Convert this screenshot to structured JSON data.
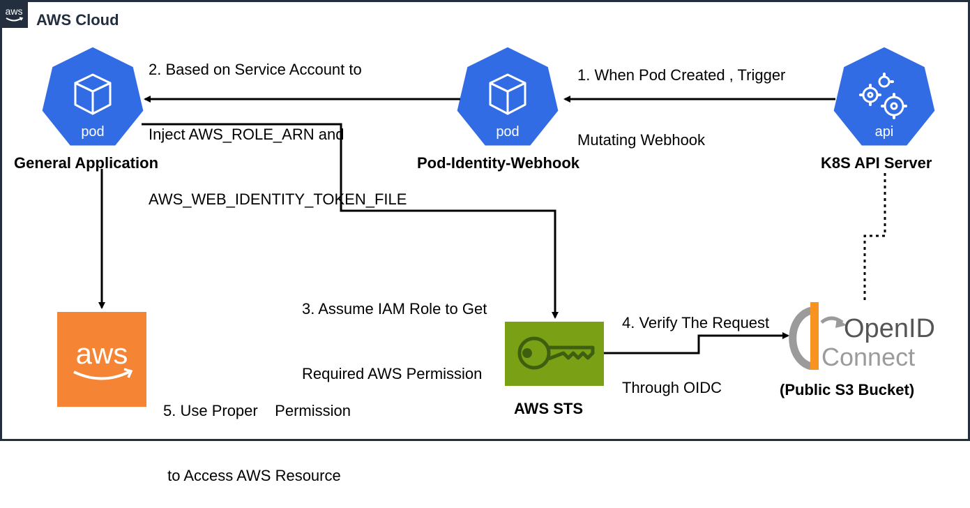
{
  "cloud": {
    "title": "AWS Cloud",
    "badge": "aws"
  },
  "nodes": {
    "general_app": {
      "icon_text": "pod",
      "label": "General Application"
    },
    "webhook": {
      "icon_text": "pod",
      "label": "Pod-Identity-Webhook"
    },
    "api_server": {
      "icon_text": "api",
      "label": "K8S API Server"
    },
    "aws": {
      "icon_text": "aws"
    },
    "sts": {
      "label": "AWS STS"
    },
    "openid": {
      "brand_line1": "OpenID",
      "brand_line2": "Connect",
      "label": "(Public S3 Bucket)"
    }
  },
  "steps": {
    "step1": [
      "1. When Pod Created , Trigger",
      "Mutating Webhook"
    ],
    "step2": [
      "2. Based on Service Account to",
      "Inject AWS_ROLE_ARN and",
      "AWS_WEB_IDENTITY_TOKEN_FILE"
    ],
    "step3": [
      "3. Assume IAM Role to Get",
      "Required AWS Permission"
    ],
    "step4": [
      "4. Verify The Request",
      "Through OIDC"
    ],
    "step5": [
      "5. Use Proper    Permission",
      " to Access AWS Resource"
    ]
  },
  "colors": {
    "k8s_blue": "#326ce5",
    "aws_orange": "#f58534",
    "sts_green": "#7aa116",
    "sts_dark": "#3f5f10",
    "openid_orange": "#f7931e",
    "openid_gray": "#9b9b9b",
    "openid_dark": "#555555",
    "frame": "#232f3e"
  }
}
